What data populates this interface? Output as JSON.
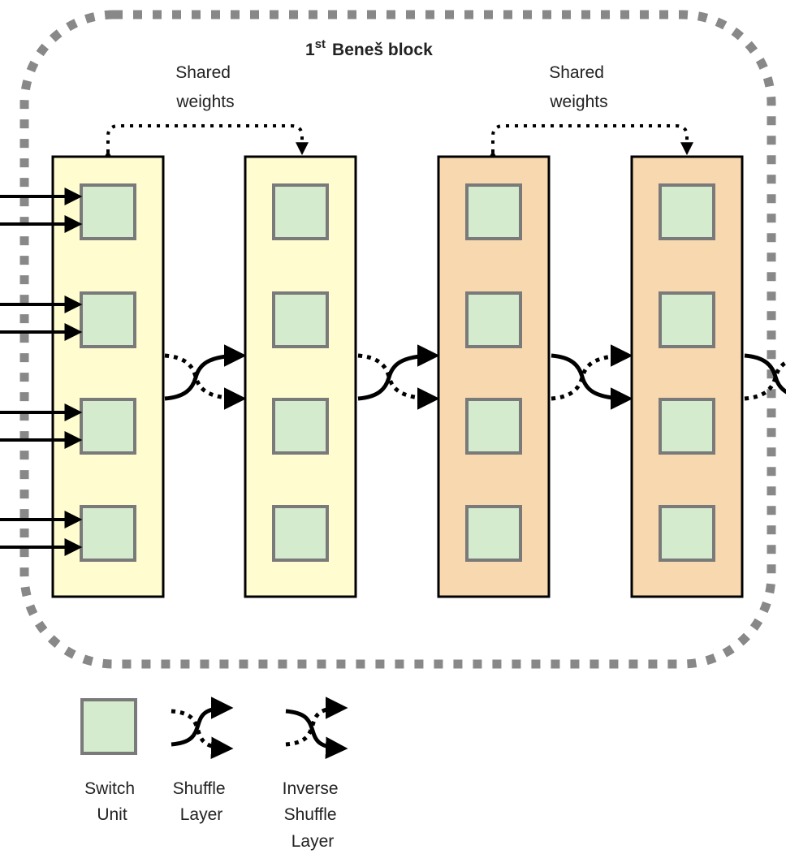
{
  "block_title": {
    "number": "1",
    "suffix": "st",
    "text": "Beneš block"
  },
  "shared_weights": [
    {
      "line1": "Shared",
      "line2": "weights"
    },
    {
      "line1": "Shared",
      "line2": "weights"
    }
  ],
  "colors": {
    "border_dash": "#888888",
    "layer_light": "#fffdd0",
    "layer_dark": "#f8d8ae",
    "switch_fill": "#d5ebcd",
    "switch_stroke": "#7a7a7a",
    "arrow": "#000000"
  },
  "layers": [
    {
      "fill_key": "layer_light",
      "units": 4
    },
    {
      "fill_key": "layer_light",
      "units": 4
    },
    {
      "fill_key": "layer_dark",
      "units": 4
    },
    {
      "fill_key": "layer_dark",
      "units": 4
    }
  ],
  "connectors": [
    "shuffle",
    "shuffle",
    "inverse-shuffle",
    "inverse-shuffle"
  ],
  "legend": [
    {
      "kind": "switch-unit",
      "lines": [
        "Switch",
        "Unit"
      ]
    },
    {
      "kind": "shuffle",
      "lines": [
        "Shuffle",
        "Layer"
      ]
    },
    {
      "kind": "inverse-shuffle",
      "lines": [
        "Inverse",
        "Shuffle",
        "Layer"
      ]
    }
  ]
}
